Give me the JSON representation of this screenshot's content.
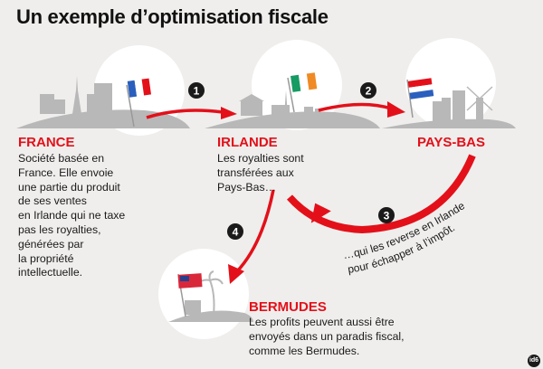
{
  "title": "Un exemple d’optimisation fiscale",
  "steps": [
    {
      "number": "1",
      "label": "France to Irlande"
    },
    {
      "number": "2",
      "label": "Irlande to Pays-Bas"
    },
    {
      "number": "3",
      "label": "Pays-Bas back to Irlande"
    },
    {
      "number": "4",
      "label": "Irlande to Bermudes"
    }
  ],
  "countries": {
    "france": {
      "name": "FRANCE",
      "lines": [
        "Société basée en",
        "France. Elle envoie",
        "une partie du produit",
        "de ses ventes",
        "en Irlande qui ne taxe",
        "pas les royalties,",
        "générées par",
        "la propriété",
        "intellectuelle."
      ]
    },
    "irlande": {
      "name": "IRLANDE",
      "lines": [
        "Les royalties sont",
        "transférées aux",
        "Pays-Bas…"
      ]
    },
    "paysbas": {
      "name": "PAYS-BAS",
      "curved_line_1": "…qui les reverse en Irlande",
      "curved_line_2": "pour échapper à l’impôt."
    },
    "bermudes": {
      "name": "BERMUDES",
      "lines": [
        "Les profits peuvent aussi être",
        "envoyés dans un paradis fiscal,",
        "comme les Bermudes."
      ]
    }
  },
  "logo": "id6",
  "colors": {
    "accent": "#e3101a",
    "background": "#efeeec",
    "skyline": "#b8b8b8",
    "circle": "#ffffff"
  }
}
